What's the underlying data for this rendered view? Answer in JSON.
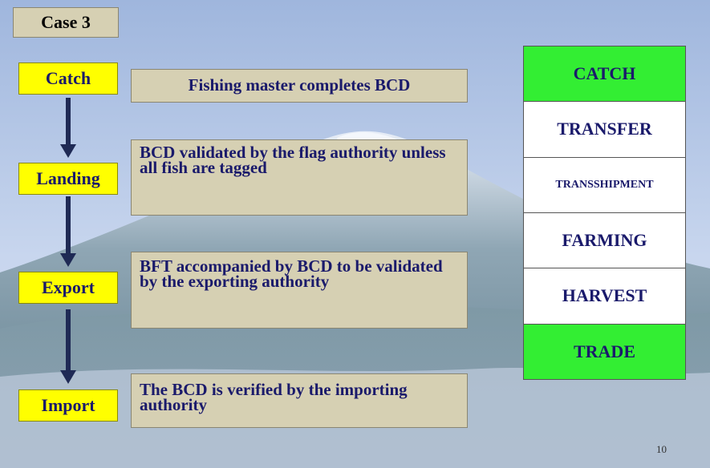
{
  "case_label": "Case 3",
  "steps": [
    {
      "label": "Catch",
      "description": "Fishing master completes BCD"
    },
    {
      "label": "Landing",
      "description": "BCD validated by the flag authority unless all fish are tagged"
    },
    {
      "label": "Export",
      "description": "BFT accompanied by BCD to be validated by the exporting authority"
    },
    {
      "label": "Import",
      "description": "The BCD is verified by the importing authority"
    }
  ],
  "stages": [
    {
      "label": "CATCH",
      "highlight": true
    },
    {
      "label": "TRANSFER",
      "highlight": false
    },
    {
      "label": "TRANSSHIPMENT",
      "highlight": false
    },
    {
      "label": "FARMING",
      "highlight": false
    },
    {
      "label": "HARVEST",
      "highlight": false
    },
    {
      "label": "TRADE",
      "highlight": true
    }
  ],
  "page_number": "10",
  "colors": {
    "step_fill": "#ffff00",
    "box_fill": "#d6d0b3",
    "highlight": "#33ee33",
    "text": "#1a1a6b"
  }
}
